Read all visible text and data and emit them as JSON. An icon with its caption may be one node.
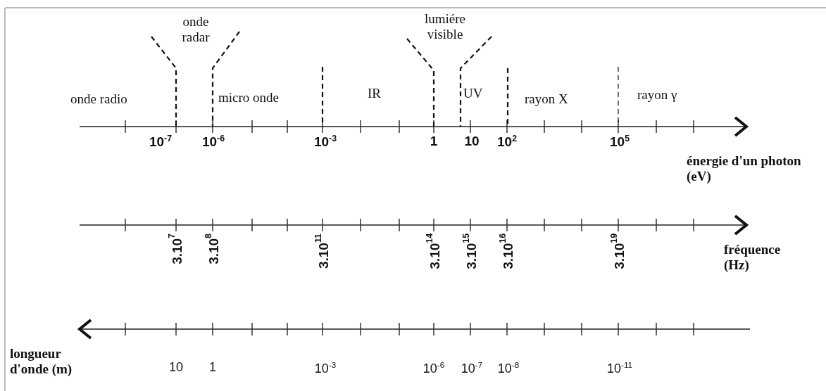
{
  "diagram": {
    "labels": [
      "onde radar",
      "lumiére visible",
      "onde radio",
      "micro onde",
      "IR",
      "UV",
      "rayon X",
      "rayon γ",
      "10$^{-7}$",
      "10$^{-6}$",
      "10$^{-3}$",
      "1",
      "10",
      "10$^{2}$",
      "10$^{5}$",
      "énergie d'un photon (eV)",
      "3.10$^{7}$",
      "3.10$^{8}$",
      "3.10$^{11}$",
      "3.10$^{14}$",
      "3.10$^{15}$",
      "3.10$^{16}$",
      "3.10$^{19}$",
      "fréquence (Hz)",
      "10",
      "1",
      "10$^{-3}$",
      "10$^{-6}$",
      "10$^{-7}$",
      "10$^{-8}$",
      "10$^{-11}$",
      "longueur d'onde (m)"
    ]
  }
}
